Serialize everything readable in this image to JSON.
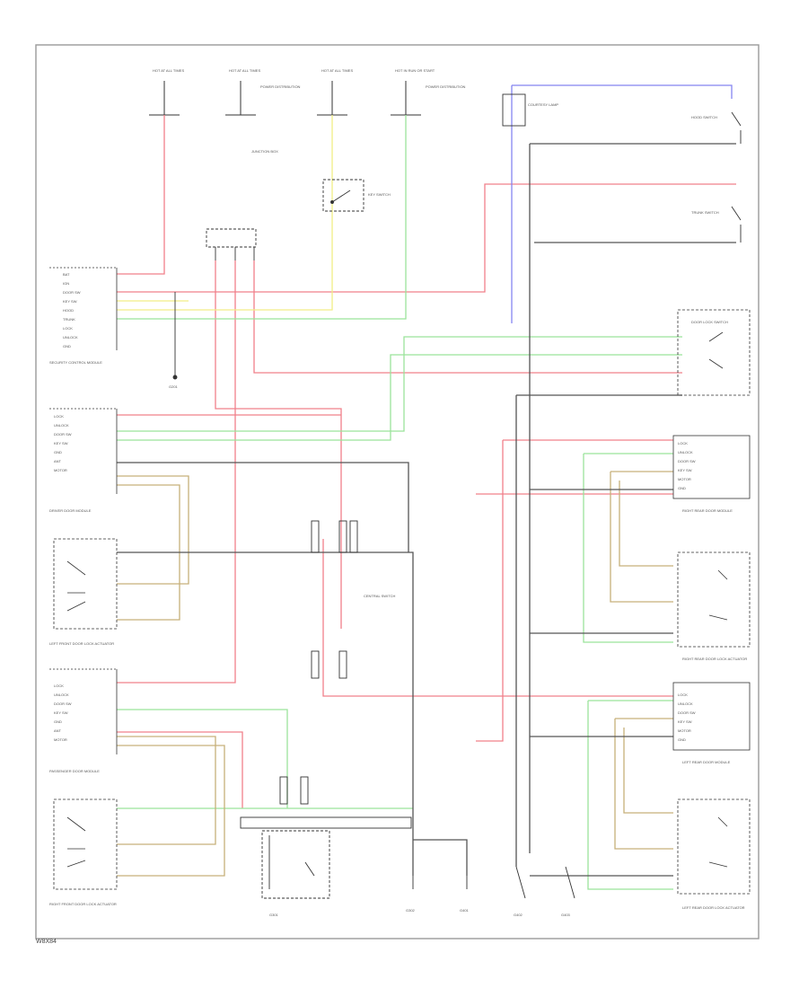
{
  "footer_ref": "W8X84",
  "colors": {
    "frame": "#9a9a9a",
    "wire_red": "#f0808a",
    "wire_green": "#9be39b",
    "wire_yellow": "#f2ee86",
    "wire_tan": "#c7b07a",
    "wire_blue": "#8585f0",
    "wire_gray": "#555555",
    "component": "#333333"
  },
  "fuse_block": [
    {
      "id": "f1",
      "label": "HOT AT ALL TIMES",
      "fuse": "FUSE"
    },
    {
      "id": "f2",
      "label": "HOT AT ALL TIMES",
      "fuse": "FUSE"
    },
    {
      "id": "f3",
      "label": "HOT AT ALL TIMES",
      "fuse": "FUSE"
    },
    {
      "id": "f4",
      "label": "HOT IN RUN OR START",
      "fuse": "FUSE"
    }
  ],
  "components": {
    "fuse_box_note_1": "POWER DISTRIBUTION",
    "fuse_box_note_2": "POWER DISTRIBUTION",
    "interior_fuse": "JUNCTION BOX",
    "key_switch": "KEY SWITCH",
    "courtesy_lamp": "COURTESY LAMP",
    "hood_switch": "HOOD SWITCH",
    "trunk_switch": "TRUNK SWITCH",
    "security_module": "SECURITY CONTROL MODULE",
    "door_lock_module_lf": "LEFT FRONT DOOR LOCK ACTUATOR",
    "door_lock_module_rf": "RIGHT FRONT DOOR LOCK ACTUATOR",
    "driver_door_module": "DRIVER DOOR MODULE",
    "passenger_door_module": "PASSENGER DOOR MODULE",
    "lr_door_lock": "LEFT REAR DOOR LOCK ACTUATOR",
    "rr_door_lock": "RIGHT REAR DOOR LOCK ACTUATOR",
    "rear_module_l": "LEFT REAR DOOR MODULE",
    "rear_module_r": "RIGHT REAR DOOR MODULE",
    "central_switch": "CENTRAL SWITCH",
    "door_lock_switch": "DOOR LOCK SWITCH",
    "ground_1": "G201",
    "ground_2": "G301",
    "ground_3": "G302",
    "ground_4": "G401",
    "ground_5": "G402",
    "ground_6": "G403"
  },
  "module_pins_security": [
    "BAT",
    "IGN",
    "DOOR SW",
    "KEY SW",
    "HOOD",
    "TRUNK",
    "LOCK",
    "UNLOCK",
    "GND"
  ],
  "module_pins_front": [
    "LOCK",
    "UNLOCK",
    "DOOR SW",
    "KEY SW",
    "GND",
    "ANT",
    "MOTOR"
  ],
  "module_pins_rear": [
    "LOCK",
    "UNLOCK",
    "DOOR SW",
    "KEY SW",
    "MOTOR",
    "GND"
  ]
}
